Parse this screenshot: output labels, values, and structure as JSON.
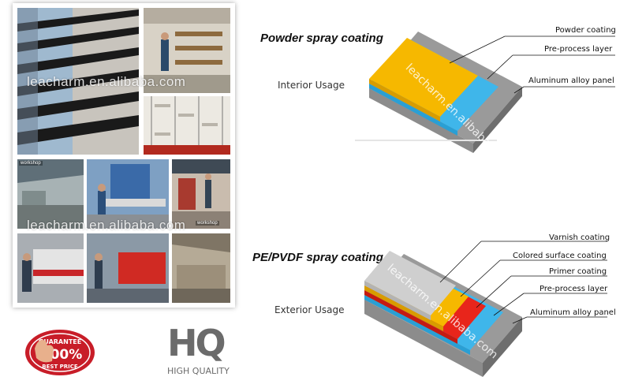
{
  "watermark": "leacharm.en.alibaba.com",
  "collage": {
    "watermark_top": "leacharm.en.alibaba.com",
    "watermark_mid": "leacharm.en.alibaba.com",
    "photo_labels": [
      "workshop",
      "workshop"
    ]
  },
  "powder": {
    "title": "Powder spray coating",
    "usage": "Interior Usage",
    "layers": [
      "Powder coating",
      "Pre-process layer",
      "Aluminum alloy panel"
    ],
    "colors": {
      "top": "#f6b800",
      "blue": "#3fb6ea",
      "panel": "#8c8c8c"
    }
  },
  "pvdf": {
    "title": "PE/PVDF spray coating",
    "usage": "Exterior Usage",
    "layers": [
      "Varnish coating",
      "Colored surface coating",
      "Primer coating",
      "Pre-process layer",
      "Aluminum alloy panel"
    ],
    "colors": {
      "varnish": "#c9c9c9",
      "colored": "#f6b800",
      "primer": "#e8251b",
      "blue": "#3fb6ea",
      "panel": "#8c8c8c"
    }
  },
  "guarantee": {
    "top": "GUARANTEE",
    "pct": "100%",
    "bottom": "BEST PRICE",
    "color": "#c81d28"
  },
  "hq": {
    "word": "HQ",
    "sub": "HIGH QUALITY"
  }
}
